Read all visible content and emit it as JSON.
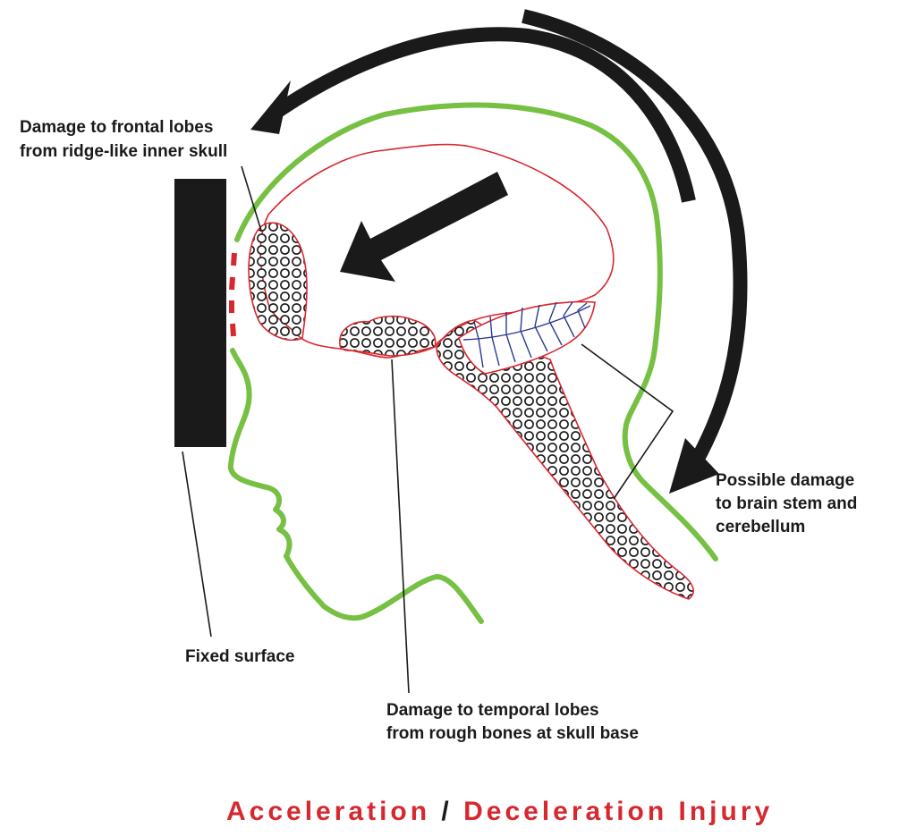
{
  "labels": {
    "frontal": [
      "Damage to frontal lobes",
      "from ridge-like inner skull"
    ],
    "brainstem": [
      "Possible damage",
      "to brain stem and",
      "cerebellum"
    ],
    "fixed_surface": "Fixed surface",
    "temporal": [
      "Damage to temporal lobes",
      "from rough bones at skull base"
    ]
  },
  "title": {
    "part1": "Acceleration",
    "separator": "/",
    "part2": "Deceleration Injury"
  },
  "colors": {
    "skin_outline": "#76c043",
    "brain_outline": "#d7282f",
    "cerebellum": "#2b3a8f",
    "arrow": "#1a1a1a",
    "title_red": "#d7282f",
    "title_separator": "#1a1a1a"
  }
}
